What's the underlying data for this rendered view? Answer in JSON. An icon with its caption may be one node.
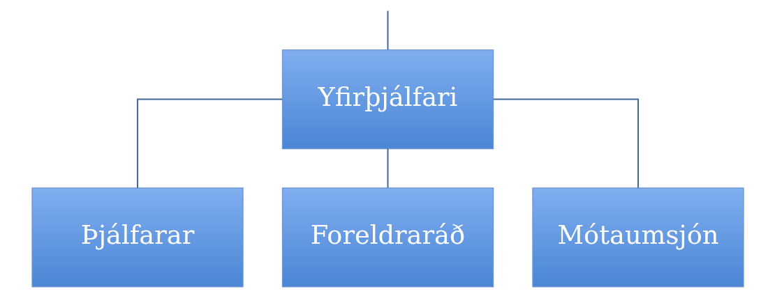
{
  "diagram": {
    "nodes": [
      {
        "text": [
          "Yfirþjálfari"
        ]
      },
      {
        "text": [
          "Þjálfarar"
        ]
      },
      {
        "text": [
          "Foreldraráð"
        ]
      },
      {
        "text": [
          "Mótaumsjón"
        ]
      }
    ],
    "edges": [
      {
        "from": null,
        "to": 0,
        "arrow": "none"
      },
      {
        "from": 0,
        "to": 1,
        "arrow": "none"
      },
      {
        "from": 0,
        "to": 2,
        "arrow": "none"
      },
      {
        "from": 0,
        "to": 3,
        "arrow": "none"
      }
    ]
  }
}
